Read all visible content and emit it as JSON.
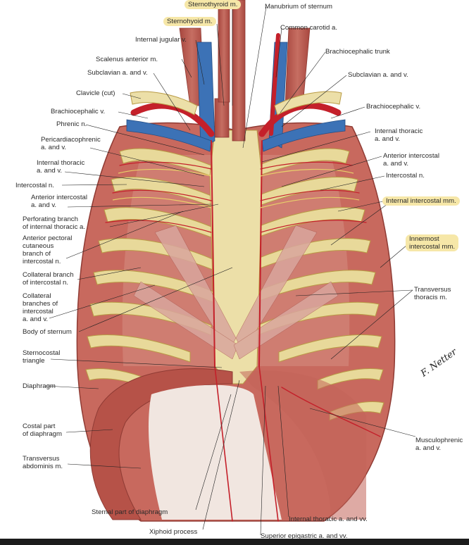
{
  "labels": {
    "sternothyroid": "Sternothyroid m.",
    "manubrium": "Manubrium of sternum",
    "sternohyoid": "Sternohyoid m.",
    "common_carotid": "Common carotid a.",
    "internal_jugular": "Internal jugular v.",
    "brachiocephalic_trunk": "Brachiocephalic trunk",
    "scalenus_anterior": "Scalenus anterior m.",
    "subclavian_left": "Subclavian a. and v.",
    "subclavian_right": "Subclavian a. and v.",
    "clavicle": "Clavicle (cut)",
    "brachiocephalic_v_left": "Brachiocephalic v.",
    "brachiocephalic_v_right": "Brachiocephalic v.",
    "phrenic": "Phrenic n.",
    "pericardiacophrenic_1": "Pericardiacophrenic",
    "pericardiacophrenic_2": "a. and v.",
    "internal_thoracic_right_1": "Internal thoracic",
    "internal_thoracic_right_2": "a. and v.",
    "internal_thoracic_left_1": "Internal thoracic",
    "internal_thoracic_left_2": "a. and v.",
    "anterior_intercostal_right_1": "Anterior intercostal",
    "anterior_intercostal_right_2": "a. and v.",
    "intercostal_n_left": "Intercostal n.",
    "intercostal_n_right": "Intercostal n.",
    "anterior_intercostal_left_1": "Anterior intercostal",
    "anterior_intercostal_left_2": "a. and v.",
    "internal_intercostal": "Internal intercostal mm.",
    "perforating_1": "Perforating branch",
    "perforating_2": "of internal thoracic a.",
    "innermost_1": "Innermost",
    "innermost_2": "intercostal mm.",
    "anterior_pectoral_1": "Anterior pectoral",
    "anterior_pectoral_2": "cutaneous",
    "anterior_pectoral_3": "branch of",
    "anterior_pectoral_4": "intercostal n.",
    "collateral_n_1": "Collateral branch",
    "collateral_n_2": "of intercostal n.",
    "collateral_av_1": "Collateral",
    "collateral_av_2": "branches of",
    "collateral_av_3": "intercostal",
    "collateral_av_4": "a. and v.",
    "transversus_thoracis_1": "Transversus",
    "transversus_thoracis_2": "thoracis m.",
    "body_of_sternum": "Body of sternum",
    "sternocostal_1": "Sternocostal",
    "sternocostal_2": "triangle",
    "diaphragm": "Diaphragm",
    "costal_part_1": "Costal part",
    "costal_part_2": "of diaphragm",
    "musculophrenic_1": "Musculophrenic",
    "musculophrenic_2": "a. and v.",
    "transversus_abdominis_1": "Transversus",
    "transversus_abdominis_2": "abdominis m.",
    "sternal_part": "Sternal part of diaphragm",
    "internal_thoracic_vv": "Internal thoracic a. and vv.",
    "xiphoid": "Xiphoid process",
    "superior_epigastric": "Superior epigastric a. and vv.",
    "signature": "F. Netter"
  },
  "colors": {
    "muscle": "#b5524a",
    "muscle_light": "#d99a8f",
    "bone": "#e8d99a",
    "artery": "#c4202a",
    "vein": "#3c72b6",
    "highlight": "#f6e7a8",
    "leader": "#222222"
  }
}
